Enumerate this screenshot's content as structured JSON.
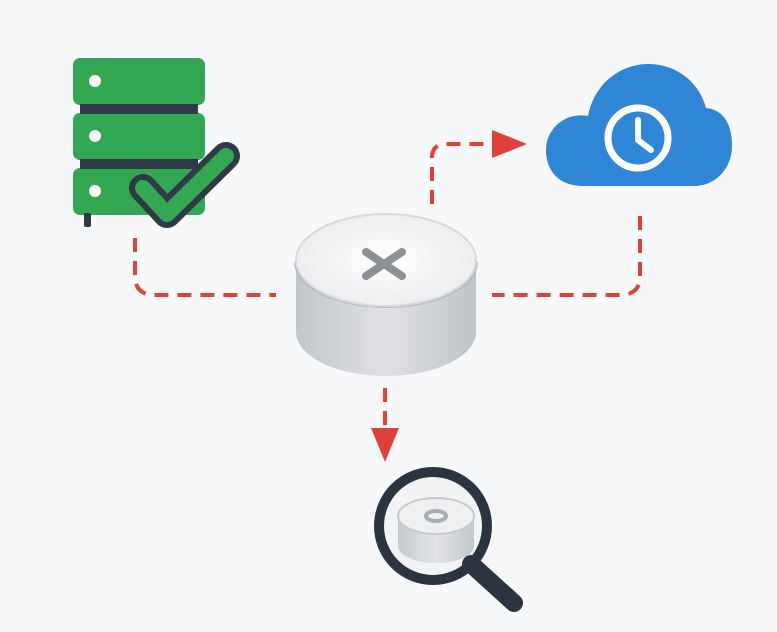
{
  "diagram": {
    "nodes": [
      {
        "id": "server-ok",
        "icon": "server-check-icon",
        "color": "#33a852"
      },
      {
        "id": "failed-disk",
        "icon": "disk-error-icon",
        "color": "#c9ccd1"
      },
      {
        "id": "cloud-scheduled",
        "icon": "cloud-clock-icon",
        "color": "#2f86d6"
      },
      {
        "id": "inspect-disk",
        "icon": "disk-magnifier-icon",
        "color": "#2b3440"
      }
    ],
    "edges": [
      {
        "from": "server-ok",
        "to": "failed-disk",
        "style": "dashed",
        "arrow": false
      },
      {
        "from": "failed-disk",
        "to": "cloud-scheduled",
        "style": "dashed",
        "arrow": true
      },
      {
        "from": "cloud-scheduled",
        "to": "failed-disk",
        "style": "dashed",
        "arrow": false
      },
      {
        "from": "failed-disk",
        "to": "inspect-disk",
        "style": "dashed",
        "arrow": true
      }
    ],
    "colors": {
      "connector": "#e0413a",
      "background": "#f7f8f9"
    }
  }
}
